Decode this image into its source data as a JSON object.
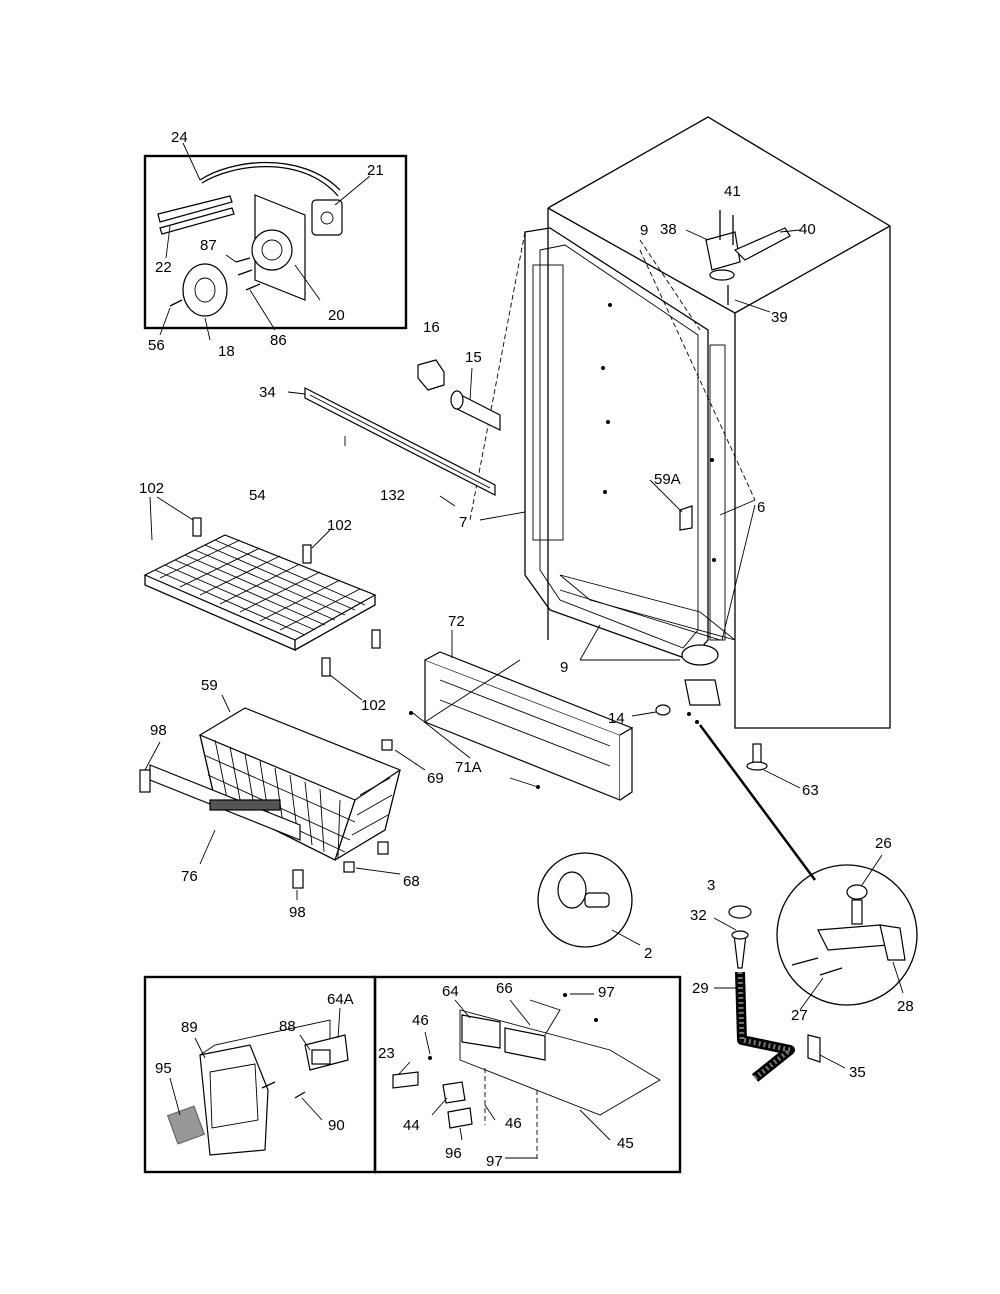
{
  "callouts": {
    "c24": "24",
    "c21": "21",
    "c22": "22",
    "c87": "87",
    "c20": "20",
    "c56": "56",
    "c18": "18",
    "c86": "86",
    "c16": "16",
    "c15": "15",
    "c34": "34",
    "c132": "132",
    "c7": "7",
    "c102a": "102",
    "c54": "54",
    "c102b": "102",
    "c102c": "102",
    "c41": "41",
    "c38": "38",
    "c40": "40",
    "c39": "39",
    "c9a": "9",
    "c59A": "59A",
    "c6": "6",
    "c9b": "9",
    "c72": "72",
    "c14": "14",
    "c71A": "71A",
    "c63": "63",
    "c59": "59",
    "c98a": "98",
    "c69": "69",
    "c76": "76",
    "c68": "68",
    "c98b": "98",
    "c2": "2",
    "c3": "3",
    "c32": "32",
    "c29": "29",
    "c26": "26",
    "c27": "27",
    "c28": "28",
    "c35": "35",
    "c64A": "64A",
    "c89": "89",
    "c88": "88",
    "c95": "95",
    "c90": "90",
    "c64": "64",
    "c66": "66",
    "c97a": "97",
    "c46a": "46",
    "c23": "23",
    "c44": "44",
    "c46b": "46",
    "c96": "96",
    "c97b": "97",
    "c45": "45"
  }
}
